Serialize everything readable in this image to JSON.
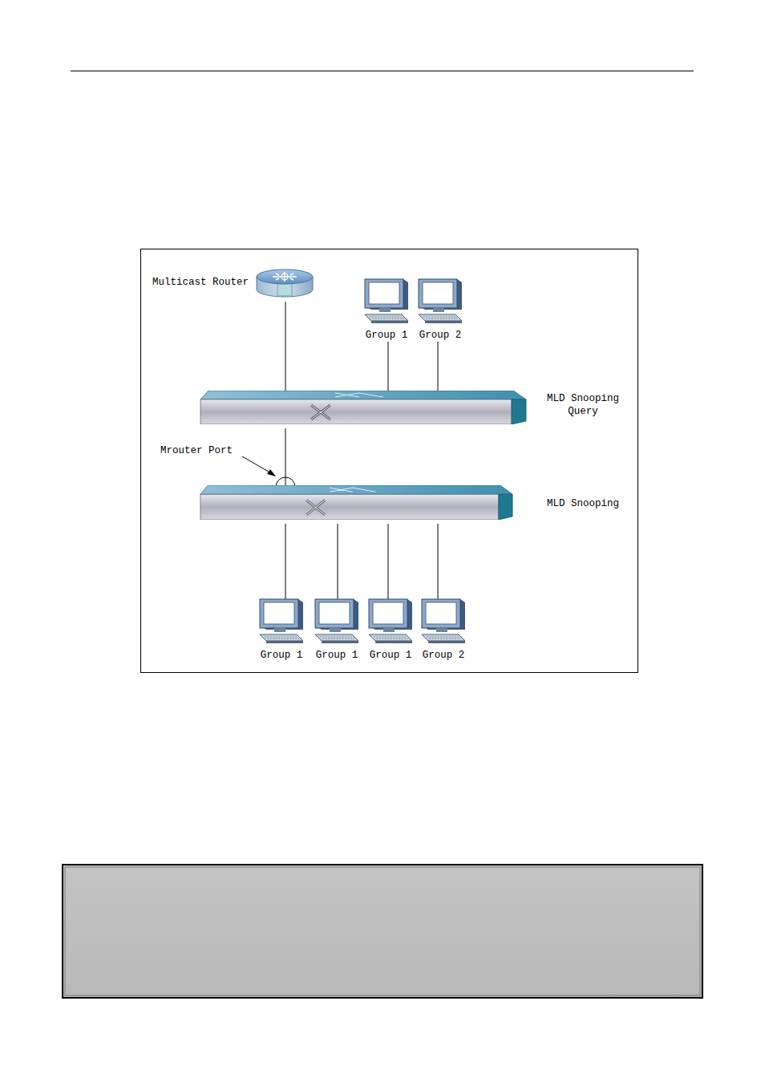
{
  "diagram": {
    "nodes": [
      {
        "text": [
          "Multicast Router"
        ]
      },
      {
        "text": [
          "Group 1"
        ]
      },
      {
        "text": [
          "Group 2"
        ]
      },
      {
        "text": [
          "MLD Snooping Query"
        ]
      },
      {
        "text": [
          "MLD Snooping"
        ]
      },
      {
        "text": [
          "Group 1"
        ]
      },
      {
        "text": [
          "Group 1"
        ]
      },
      {
        "text": [
          "Group 1"
        ]
      },
      {
        "text": [
          "Group 2"
        ]
      }
    ],
    "edges": [
      {
        "from": 0,
        "to": 3,
        "arrow": "none"
      },
      {
        "from": 1,
        "to": 3,
        "arrow": "none"
      },
      {
        "from": 2,
        "to": 3,
        "arrow": "none"
      },
      {
        "from": 3,
        "to": 4,
        "arrow": "none"
      },
      {
        "from": 4,
        "to": 5,
        "arrow": "none"
      },
      {
        "from": 4,
        "to": 6,
        "arrow": "none"
      },
      {
        "from": 4,
        "to": 7,
        "arrow": "none"
      },
      {
        "from": 4,
        "to": 8,
        "arrow": "none"
      }
    ],
    "labels": [
      "Mrouter Port"
    ]
  }
}
